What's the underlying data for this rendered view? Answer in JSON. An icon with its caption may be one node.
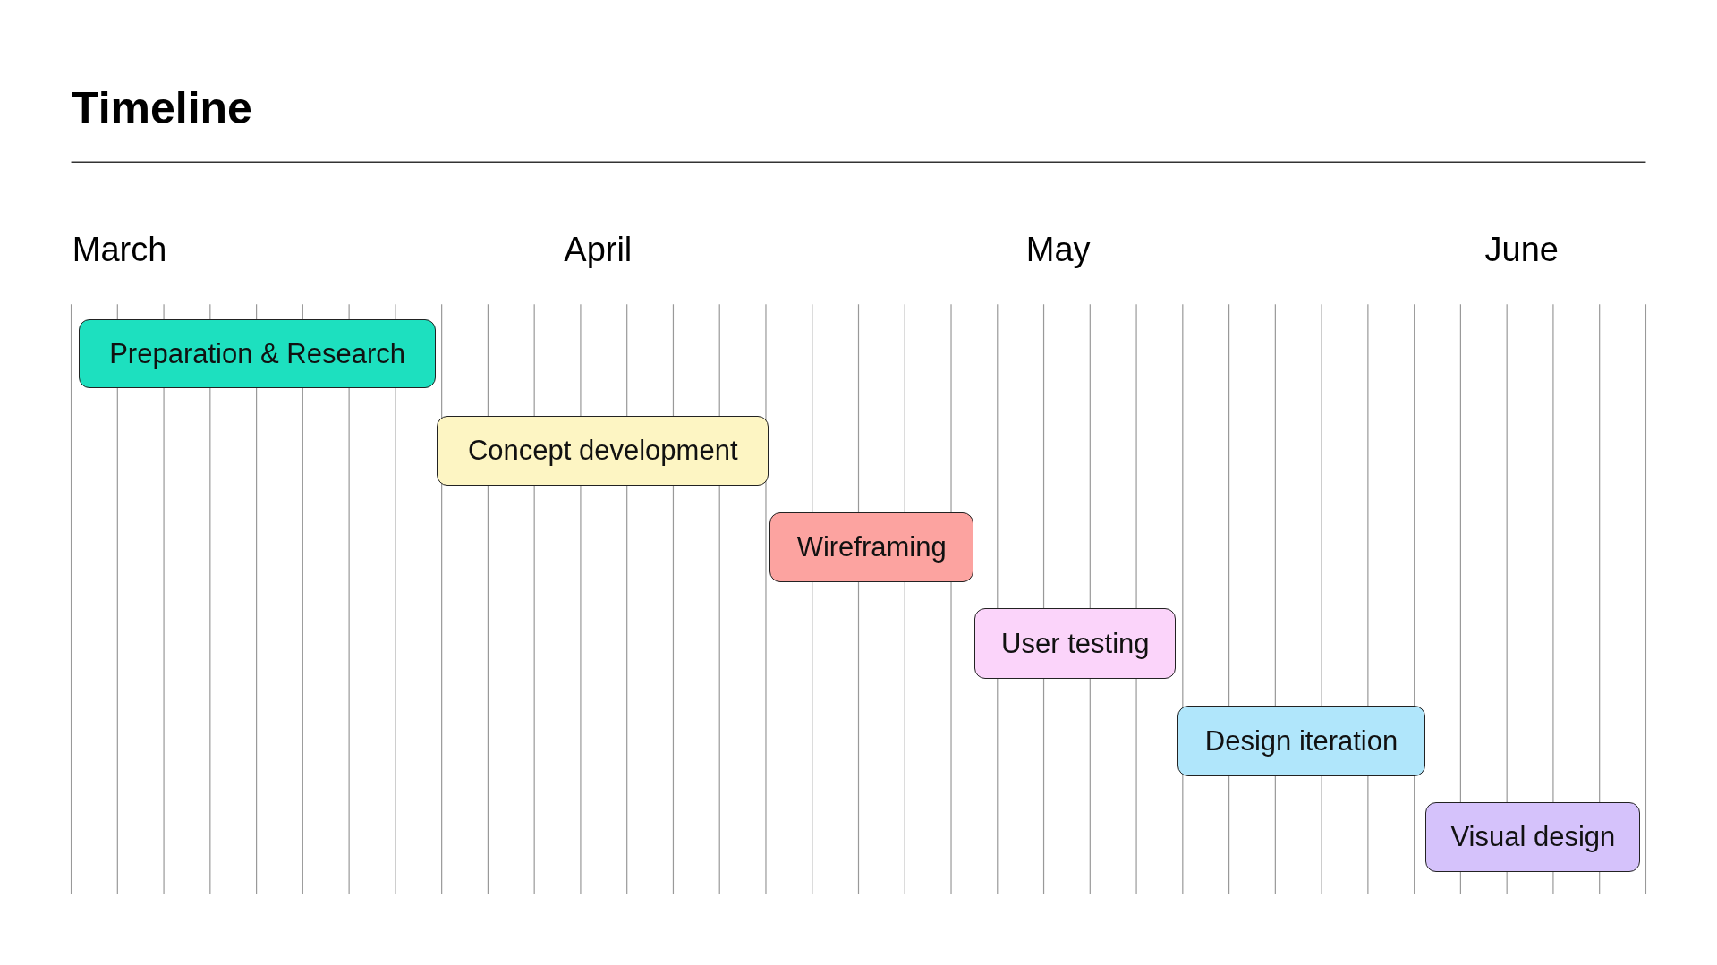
{
  "diagram": {
    "title": "Timeline",
    "nodes": [
      {
        "text": [
          "Preparation & Research"
        ]
      },
      {
        "text": [
          "Concept development"
        ]
      },
      {
        "text": [
          "Wireframing"
        ]
      },
      {
        "text": [
          "User testing"
        ]
      },
      {
        "text": [
          "Design iteration"
        ]
      },
      {
        "text": [
          "Visual design"
        ]
      }
    ],
    "labels": [
      "March",
      "April",
      "May",
      "June"
    ]
  }
}
